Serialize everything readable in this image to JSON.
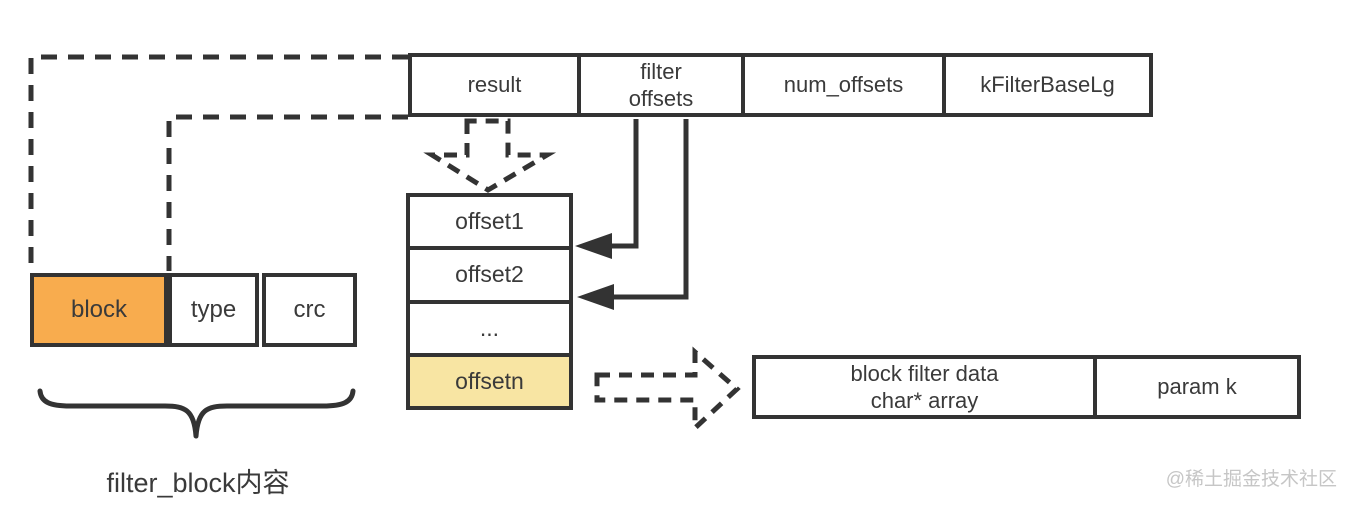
{
  "colors": {
    "line": "#333333",
    "text": "#3a3a3a",
    "orange": "#f8ac4e",
    "yellow": "#f8e5a3",
    "watermark": "#c6c6c6"
  },
  "top_table": {
    "cells": [
      {
        "label": "result"
      },
      {
        "label": "filter\noffsets"
      },
      {
        "label": "num_offsets"
      },
      {
        "label": "kFilterBaseLg"
      }
    ]
  },
  "offset_stack": {
    "rows": [
      {
        "label": "offset1"
      },
      {
        "label": "offset2"
      },
      {
        "label": "..."
      },
      {
        "label": "offsetn"
      }
    ]
  },
  "block_row": {
    "cells": [
      {
        "label": "block"
      },
      {
        "label": "type"
      },
      {
        "label": "crc"
      }
    ]
  },
  "right_table": {
    "cells": [
      {
        "label": "block filter data\nchar* array"
      },
      {
        "label": "param k"
      }
    ]
  },
  "caption": "filter_block内容",
  "watermark": "@稀土掘金技术社区"
}
